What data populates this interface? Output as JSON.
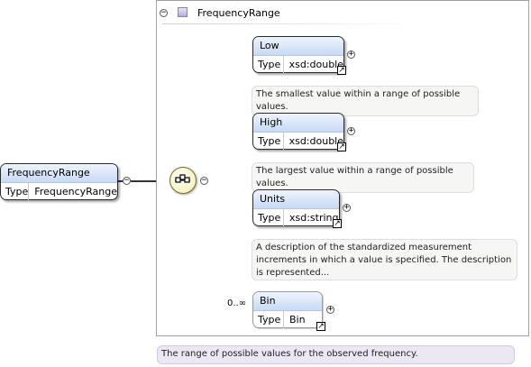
{
  "root": {
    "name": "FrequencyRange",
    "type_key": "Type",
    "type_value": "FrequencyRange"
  },
  "complex_type": {
    "title": "FrequencyRange"
  },
  "elements": [
    {
      "name": "Low",
      "type_key": "Type",
      "type_value": "xsd:double",
      "annotation": "The smallest value within a range of possible values."
    },
    {
      "name": "High",
      "type_key": "Type",
      "type_value": "xsd:double",
      "annotation": "The largest value within a range of possible values."
    },
    {
      "name": "Units",
      "type_key": "Type",
      "type_value": "xsd:string",
      "annotation": "A description of the standardized measurement increments in which a value is specified. The description is represented..."
    },
    {
      "name": "Bin",
      "type_key": "Type",
      "type_value": "Bin",
      "occurrence": "0..∞"
    }
  ],
  "type_annotation": "The range of possible values for the observed frequency.",
  "symbols": {
    "collapse": "−",
    "expand": "+",
    "reference": "↗"
  }
}
